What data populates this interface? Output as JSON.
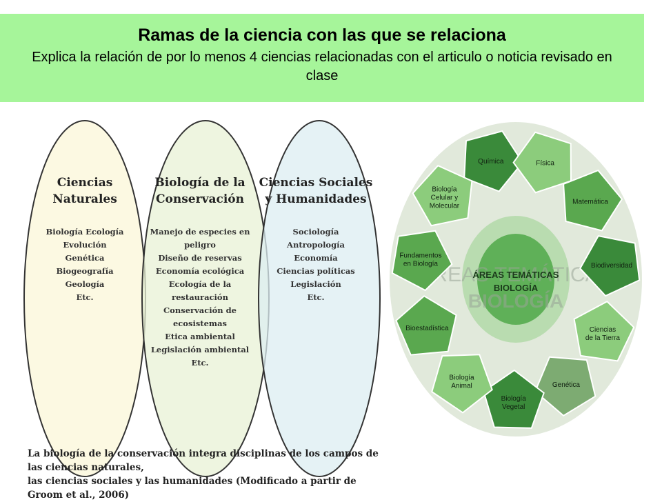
{
  "header": {
    "title": "Ramas de la ciencia con las que se relaciona",
    "subtitle": "Explica la relación de por lo menos 4 ciencias relacionadas con  el articulo o noticia revisado en clase"
  },
  "venn": {
    "circles": [
      {
        "title_lines": [
          "Ciencias",
          "Naturales"
        ],
        "items": [
          "Biología Ecología",
          "Evolución",
          "Genética",
          "Biogeografía",
          "Geología",
          "Etc."
        ],
        "color": "#fbf7d8"
      },
      {
        "title_lines": [
          "Biología de la",
          "Conservación"
        ],
        "items": [
          "Manejo de especies en",
          "peligro",
          "Diseño de reservas",
          "Economía ecológica",
          "Ecología de la",
          "restauración",
          "Conservación de",
          "ecosistemas",
          "Etica ambiental",
          "Legislación ambiental",
          "Etc."
        ],
        "color": "#e8f2d6"
      },
      {
        "title_lines": [
          "Ciencias Sociales",
          "y Humanidades"
        ],
        "items": [
          "Sociología",
          "Antropología",
          "Economía",
          "Ciencias políticas",
          "Legislación",
          "Etc."
        ],
        "color": "#dcedf1"
      }
    ],
    "caption_line1": "La biología de la conservación integra disciplinas de los campos de las ciencias naturales,",
    "caption_line2": "las ciencias sociales y las humanidades (Modificado a partir de Groom et al., 2006)"
  },
  "wheel": {
    "center_lines": [
      "ÁREAS TEMÁTICAS",
      "BIOLOGÍA"
    ],
    "watermark_top": "ÁREAS TEMÁTICAS",
    "watermark_bottom": "BIOLOGÍA",
    "colors": {
      "outer_ring": "#e1e9db",
      "inner_ring": "#b9dcb0",
      "core": "#5fb058",
      "dark": "#3a8a3a",
      "medium": "#5aa84f",
      "light": "#8ccc7c",
      "pale": "#7dab72"
    },
    "pentagons": [
      {
        "lines": [
          "Química"
        ],
        "shade": "dark"
      },
      {
        "lines": [
          "Física"
        ],
        "shade": "light"
      },
      {
        "lines": [
          "Matemática"
        ],
        "shade": "medium"
      },
      {
        "lines": [
          "Biodiversidad"
        ],
        "shade": "dark"
      },
      {
        "lines": [
          "Ciencias",
          "de la Tierra"
        ],
        "shade": "light"
      },
      {
        "lines": [
          "Genética"
        ],
        "shade": "pale"
      },
      {
        "lines": [
          "Biología",
          "Vegetal"
        ],
        "shade": "dark"
      },
      {
        "lines": [
          "Biología",
          "Animal"
        ],
        "shade": "light"
      },
      {
        "lines": [
          "Bioestadística"
        ],
        "shade": "medium"
      },
      {
        "lines": [
          "Fundamentos",
          "en Biología"
        ],
        "shade": "medium"
      },
      {
        "lines": [
          "Biología",
          "Celular y",
          "Molecular"
        ],
        "shade": "light"
      }
    ]
  }
}
